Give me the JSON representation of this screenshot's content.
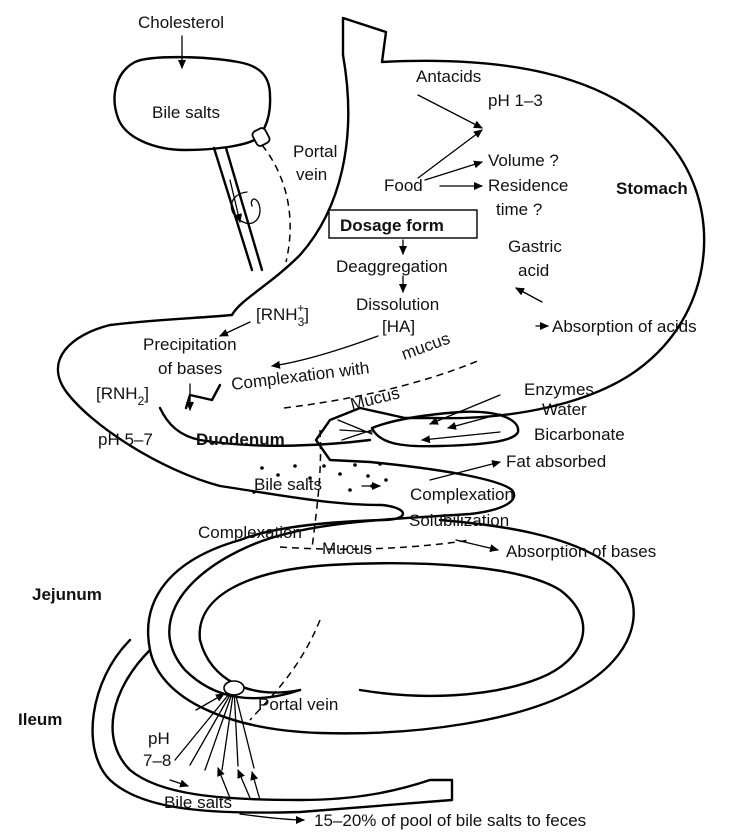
{
  "labels": {
    "cholesterol": "Cholesterol",
    "bile_salts_liver": "Bile salts",
    "portal_vein_top_1": "Portal",
    "portal_vein_top_2": "vein",
    "antacids": "Antacids",
    "ph_stomach": "pH 1–3",
    "volume": "Volume ?",
    "food": "Food",
    "residence_1": "Residence",
    "residence_2": "time ?",
    "stomach": "Stomach",
    "dosage_form": "Dosage form",
    "gastric_1": "Gastric",
    "gastric_2": "acid",
    "deaggregation": "Deaggregation",
    "dissolution": "Dissolution",
    "rnh3": "[RNH",
    "rnh3_sub": "3",
    "rnh3_sup": "+",
    "rnh3_close": "]",
    "ha": "[HA]",
    "absorption_acids": "Absorption of acids",
    "precip_1": "Precipitation",
    "precip_2": "of bases",
    "complexation_mucus": "Complexation with",
    "mucus_word": "mucus",
    "mucus_stomach": "Mucus",
    "rnh2": "[RNH",
    "rnh2_sub": "2",
    "rnh2_close": "]",
    "enzymes": "Enzymes",
    "water": "Water",
    "ph_duodenum": "pH 5–7",
    "duodenum": "Duodenum",
    "bicarbonate": "Bicarbonate",
    "fat_absorbed": "Fat absorbed",
    "bile_salts_duodenum": "Bile salts",
    "complexation_1": "Complexation",
    "solubilization": "Solubilization",
    "complexation_2": "Complexation",
    "mucus_intestine": "Mucus",
    "absorption_bases": "Absorption of bases",
    "jejunum": "Jejunum",
    "ileum": "Ileum",
    "ph_ileum_1": "pH",
    "ph_ileum_2": "7–8",
    "portal_vein_bottom": "Portal vein",
    "bile_salts_ileum": "Bile salts",
    "feces": "15–20% of pool of bile salts to feces"
  }
}
